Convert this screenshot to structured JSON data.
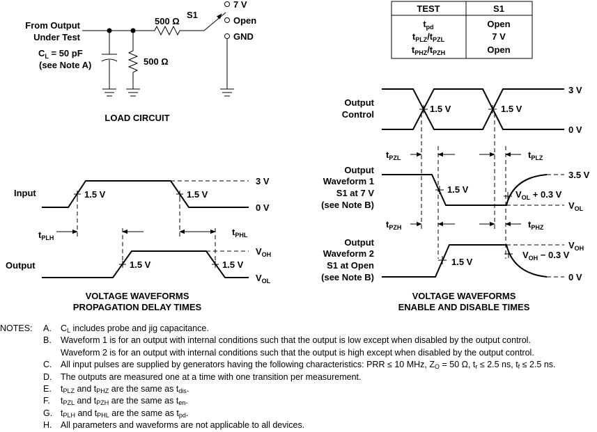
{
  "load_circuit": {
    "from_output_line1": "From Output",
    "from_output_line2": "Under Test",
    "cl_prefix": "C",
    "cl_sub": "L",
    "cl_value": " = 50 pF",
    "see_note_a": "(see Note A)",
    "r_series": "500 Ω",
    "r_shunt": "500 Ω",
    "switch_label": "S1",
    "pos_7v": "7 V",
    "pos_open": "Open",
    "pos_gnd": "GND",
    "caption": "LOAD CIRCUIT"
  },
  "test_table": {
    "header_test": "TEST",
    "header_s1": "S1",
    "rows": [
      {
        "a": "t",
        "a_sub": "pd",
        "b": "",
        "b_sub": "",
        "s1": "Open"
      },
      {
        "a": "t",
        "a_sub": "PLZ",
        "b": "/t",
        "b_sub": "PZL",
        "s1": "7 V"
      },
      {
        "a": "t",
        "a_sub": "PHZ",
        "b": "/t",
        "b_sub": "PZH",
        "s1": "Open"
      }
    ]
  },
  "propagation": {
    "input_label": "Input",
    "output_label": "Output",
    "v_3v": "3 V",
    "v_0v": "0 V",
    "v_1_5": "1.5 V",
    "voh": "V",
    "voh_sub": "OH",
    "vol": "V",
    "vol_sub": "OL",
    "tplh": "t",
    "tplh_sub": "PLH",
    "tphl": "t",
    "tphl_sub": "PHL",
    "caption_line1": "VOLTAGE WAVEFORMS",
    "caption_line2": "PROPAGATION DELAY TIMES"
  },
  "enable": {
    "oc_line1": "Output",
    "oc_line2": "Control",
    "wf1_line1": "Output",
    "wf1_line2": "Waveform 1",
    "wf1_line3": "S1 at 7 V",
    "wf1_line4": "(see Note B)",
    "wf2_line1": "Output",
    "wf2_line2": "Waveform 2",
    "wf2_line3": "S1 at Open",
    "wf2_line4": "(see Note B)",
    "v_3v": "3 V",
    "v_0v": "0 V",
    "v_3_5v": "3.5 V",
    "v_1_5": "1.5 V",
    "vol_plus": " + 0.3 V",
    "voh_minus": " − 0.3 V",
    "v": "V",
    "ol": "OL",
    "oh": "OH",
    "t": "t",
    "pzl": "PZL",
    "plz": "PLZ",
    "pzh": "PZH",
    "phz": "PHZ",
    "caption_line1": "VOLTAGE WAVEFORMS",
    "caption_line2": "ENABLE AND DISABLE TIMES"
  },
  "notes": {
    "heading": "NOTES:",
    "items": [
      {
        "letter": "A.",
        "parts": [
          [
            "C",
            ""
          ],
          [
            "L",
            "sub"
          ],
          [
            " includes probe and jig capacitance.",
            ""
          ]
        ]
      },
      {
        "letter": "B.",
        "parts": [
          [
            "Waveform 1 is for an output with internal conditions such that the output is low except when disabled by the output control.",
            ""
          ]
        ]
      },
      {
        "letter": "",
        "parts": [
          [
            "Waveform 2 is for an output with internal conditions such that the output is high except when disabled by the output control.",
            ""
          ]
        ]
      },
      {
        "letter": "C.",
        "parts": [
          [
            "All input pulses are supplied by generators having the following characteristics: PRR ≤ 10 MHz, Z",
            ""
          ],
          [
            "O",
            "sub"
          ],
          [
            " = 50 Ω, t",
            ""
          ],
          [
            "r",
            "sub"
          ],
          [
            " ≤ 2.5 ns, t",
            ""
          ],
          [
            "f",
            "sub"
          ],
          [
            " ≤ 2.5 ns.",
            ""
          ]
        ]
      },
      {
        "letter": "D.",
        "parts": [
          [
            "The outputs are measured one at a time with one transition per measurement.",
            ""
          ]
        ]
      },
      {
        "letter": "E.",
        "parts": [
          [
            "t",
            ""
          ],
          [
            "PLZ",
            "sub"
          ],
          [
            " and t",
            ""
          ],
          [
            "PHZ",
            "sub"
          ],
          [
            " are the same as t",
            ""
          ],
          [
            "dis",
            "sub"
          ],
          [
            ".",
            ""
          ]
        ]
      },
      {
        "letter": "F.",
        "parts": [
          [
            "t",
            ""
          ],
          [
            "PZL",
            "sub"
          ],
          [
            " and t",
            ""
          ],
          [
            "PZH",
            "sub"
          ],
          [
            " are the same as t",
            ""
          ],
          [
            "en",
            "sub"
          ],
          [
            ".",
            ""
          ]
        ]
      },
      {
        "letter": "G.",
        "parts": [
          [
            "t",
            ""
          ],
          [
            "PLH",
            "sub"
          ],
          [
            " and t",
            ""
          ],
          [
            "PHL",
            "sub"
          ],
          [
            " are the same as t",
            ""
          ],
          [
            "pd",
            "sub"
          ],
          [
            ".",
            ""
          ]
        ]
      },
      {
        "letter": "H.",
        "parts": [
          [
            "All parameters and waveforms are not applicable to all devices.",
            ""
          ]
        ]
      }
    ]
  }
}
